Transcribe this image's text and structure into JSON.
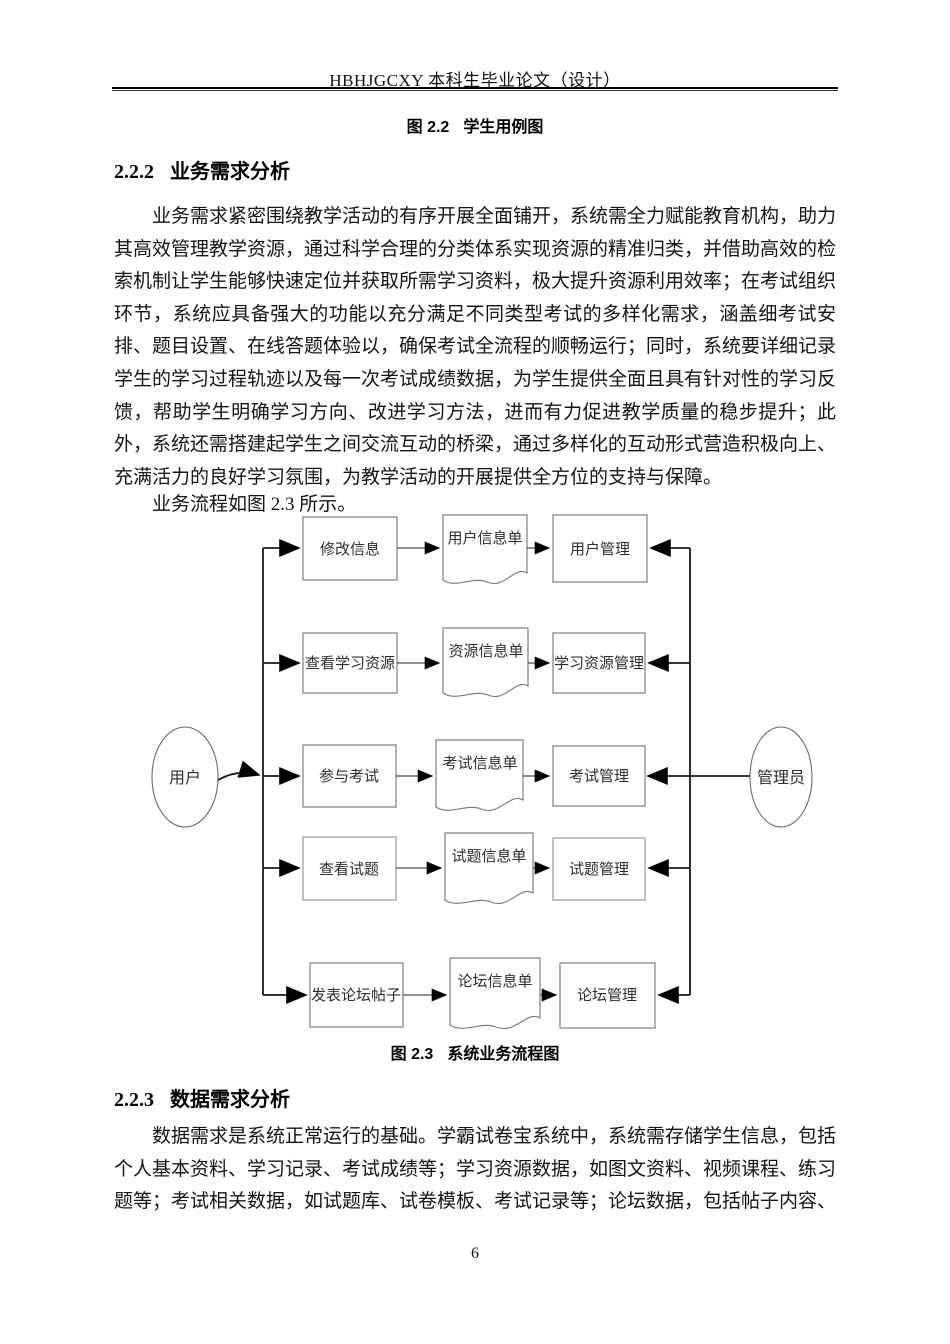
{
  "header": {
    "title": "HBHJGCXY 本科生毕业论文（设计）"
  },
  "figure_2_2": {
    "caption_prefix": "图 2.2",
    "caption_text": "学生用例图"
  },
  "section_2_2_2": {
    "number": "2.2.2",
    "title": "业务需求分析"
  },
  "paragraphs": {
    "business_1": "业务需求紧密围绕教学活动的有序开展全面铺开，系统需全力赋能教育机构，助力其高效管理教学资源，通过科学合理的分类体系实现资源的精准归类，并借助高效的检索机制让学生能够快速定位并获取所需学习资料，极大提升资源利用效率；在考试组织环节，系统应具备强大的功能以充分满足不同类型考试的多样化需求，涵盖细考试安排、题目设置、在线答题体验以，确保考试全流程的顺畅运行；同时，系统要详细记录学生的学习过程轨迹以及每一次考试成绩数据，为学生提供全面且具有针对性的学习反馈，帮助学生明确学习方向、改进学习方法，进而有力促进教学质量的稳步提升；此外，系统还需搭建起学生之间交流互动的桥梁，通过多样化的互动形式营造积极向上、充满活力的良好学习氛围，为教学活动的开展提供全方位的支持与保障。",
    "business_2": "业务流程如图 2.3 所示。",
    "data_1": "数据需求是系统正常运行的基础。学霸试卷宝系统中，系统需存储学生信息，包括个人基本资料、学习记录、考试成绩等；学习资源数据，如图文资料、视频课程、练习题等；考试相关数据，如试题库、试卷模板、考试记录等；论坛数据，包括帖子内容、"
  },
  "figure_2_3": {
    "caption_prefix": "图 2.3",
    "caption_text": "系统业务流程图"
  },
  "section_2_2_3": {
    "number": "2.2.3",
    "title": "数据需求分析"
  },
  "footer": {
    "page_number": "6"
  },
  "flowchart": {
    "actors": {
      "left": "用户",
      "right": "管理员"
    },
    "rows": [
      {
        "action": "修改信息",
        "document": "用户信息单",
        "management": "用户管理"
      },
      {
        "action": "查看学习资源",
        "document": "资源信息单",
        "management": "学习资源管理"
      },
      {
        "action": "参与考试",
        "document": "考试信息单",
        "management": "考试管理"
      },
      {
        "action": "查看试题",
        "document": "试题信息单",
        "management": "试题管理"
      },
      {
        "action": "发表论坛帖子",
        "document": "论坛信息单",
        "management": "论坛管理"
      }
    ]
  }
}
